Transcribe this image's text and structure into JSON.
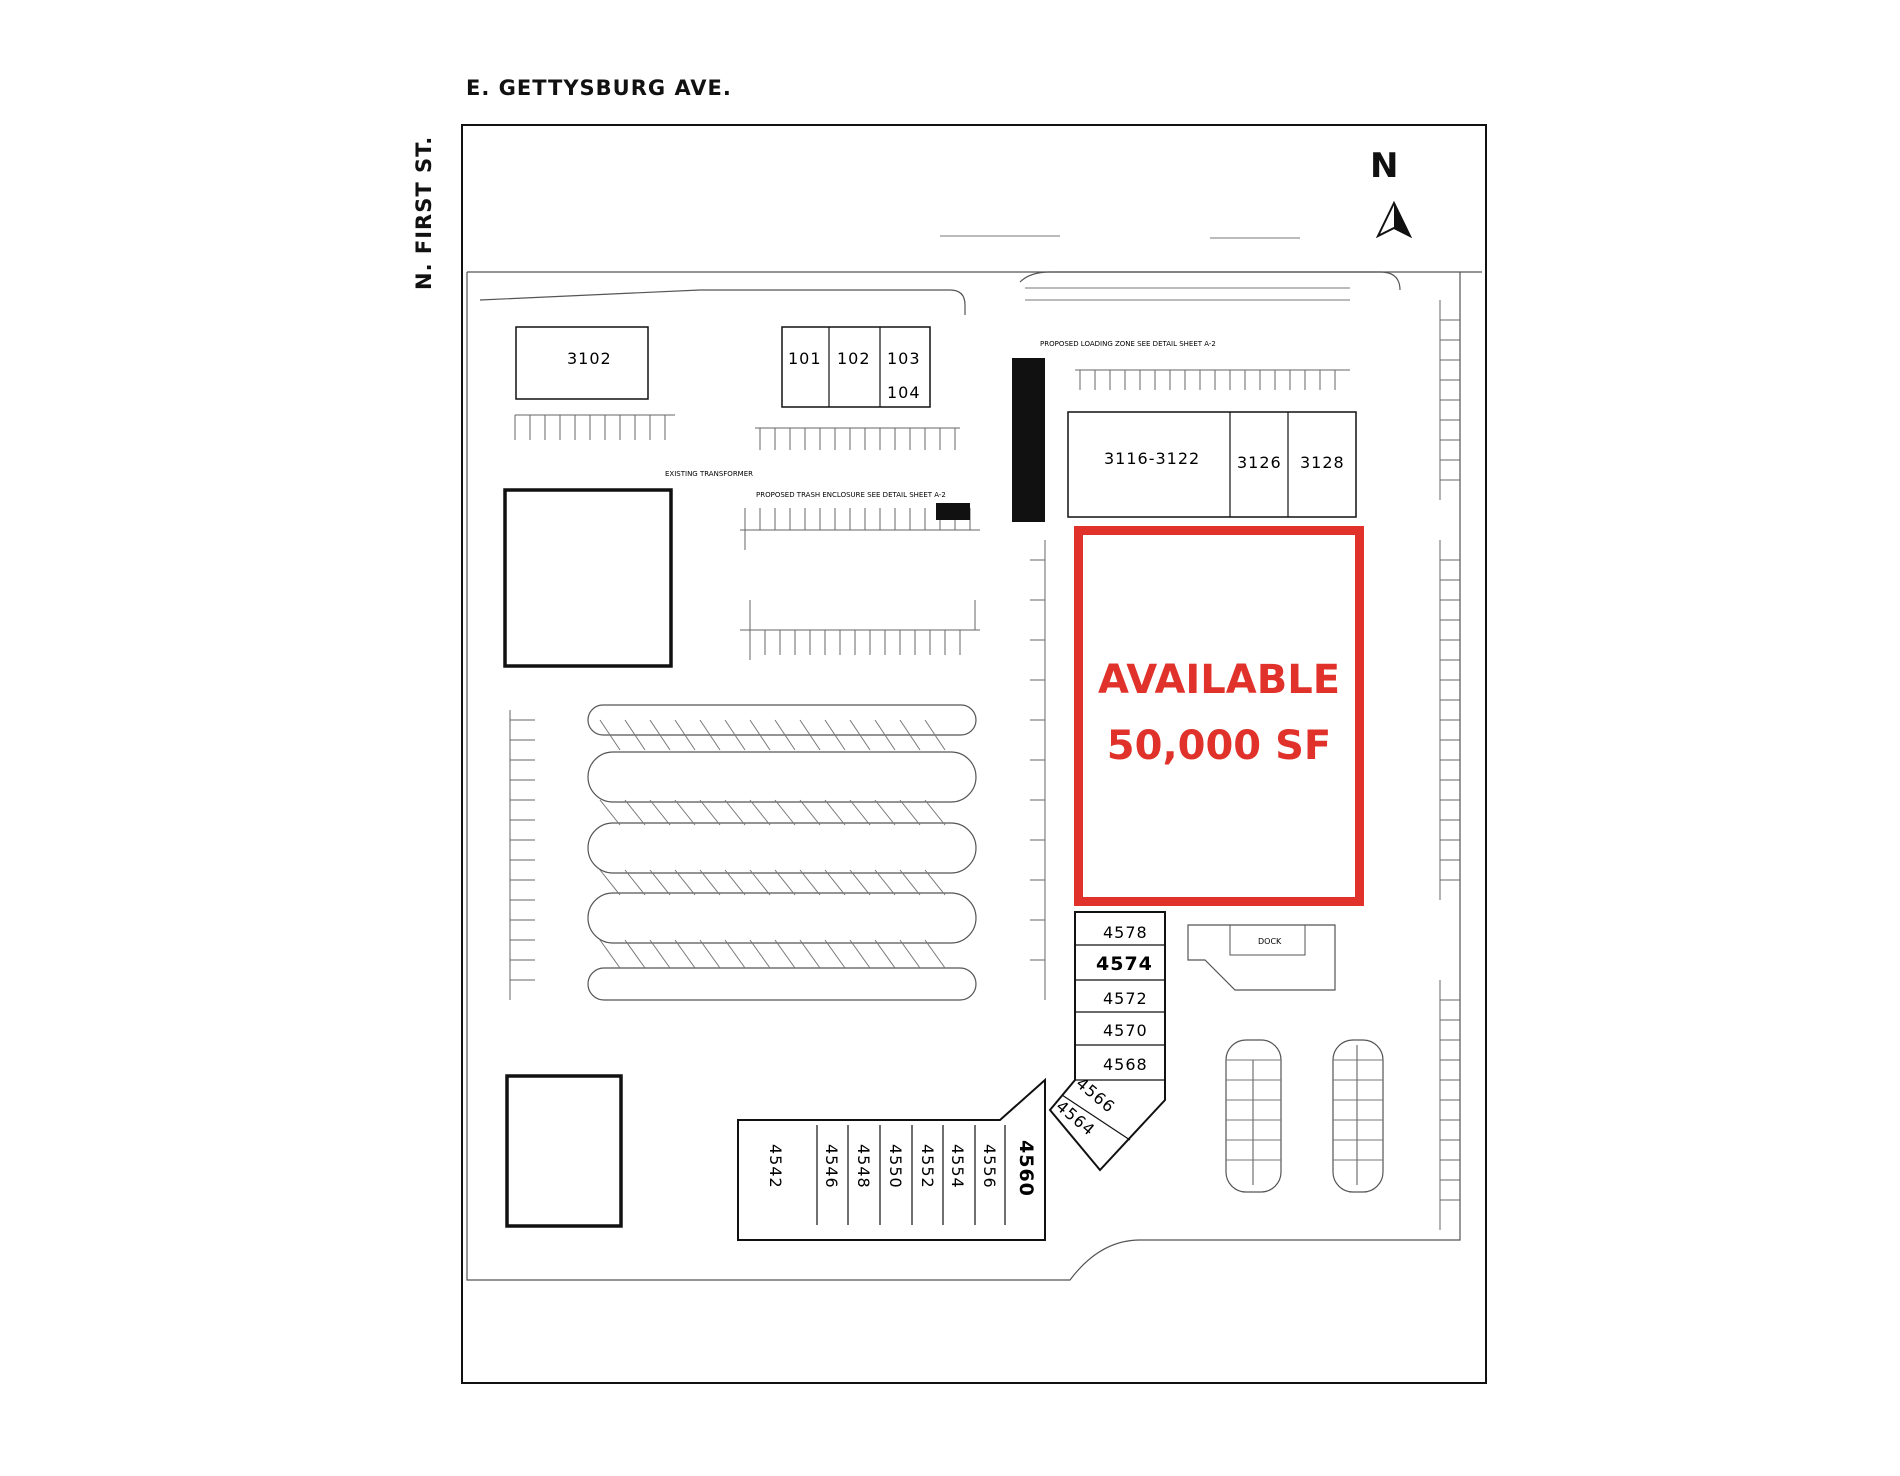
{
  "streets": {
    "north": "E. GETTYSBURG AVE.",
    "west": "N. FIRST ST."
  },
  "north_arrow": "N",
  "available": {
    "line1": "AVAILABLE",
    "line2": "50,000 SF",
    "color": "#e0322a"
  },
  "notes": {
    "loading": "PROPOSED LOADING ZONE SEE DETAIL SHEET A-2",
    "trash": "PROPOSED TRASH ENCLOSURE SEE DETAIL SHEET A-2",
    "transformer": "EXISTING TRANSFORMER",
    "dock": "DOCK"
  },
  "units": {
    "u3102": "3102",
    "u101": "101",
    "u102": "102",
    "u103": "103",
    "u104": "104",
    "u3116": "3116-3122",
    "u3126": "3126",
    "u3128": "3128",
    "u4578": "4578",
    "u4574": "4574",
    "u4572": "4572",
    "u4570": "4570",
    "u4568": "4568",
    "u4566": "4566",
    "u4564": "4564",
    "u4542": "4542",
    "u4546": "4546",
    "u4548": "4548",
    "u4550": "4550",
    "u4552": "4552",
    "u4554": "4554",
    "u4556": "4556",
    "u4560": "4560"
  }
}
